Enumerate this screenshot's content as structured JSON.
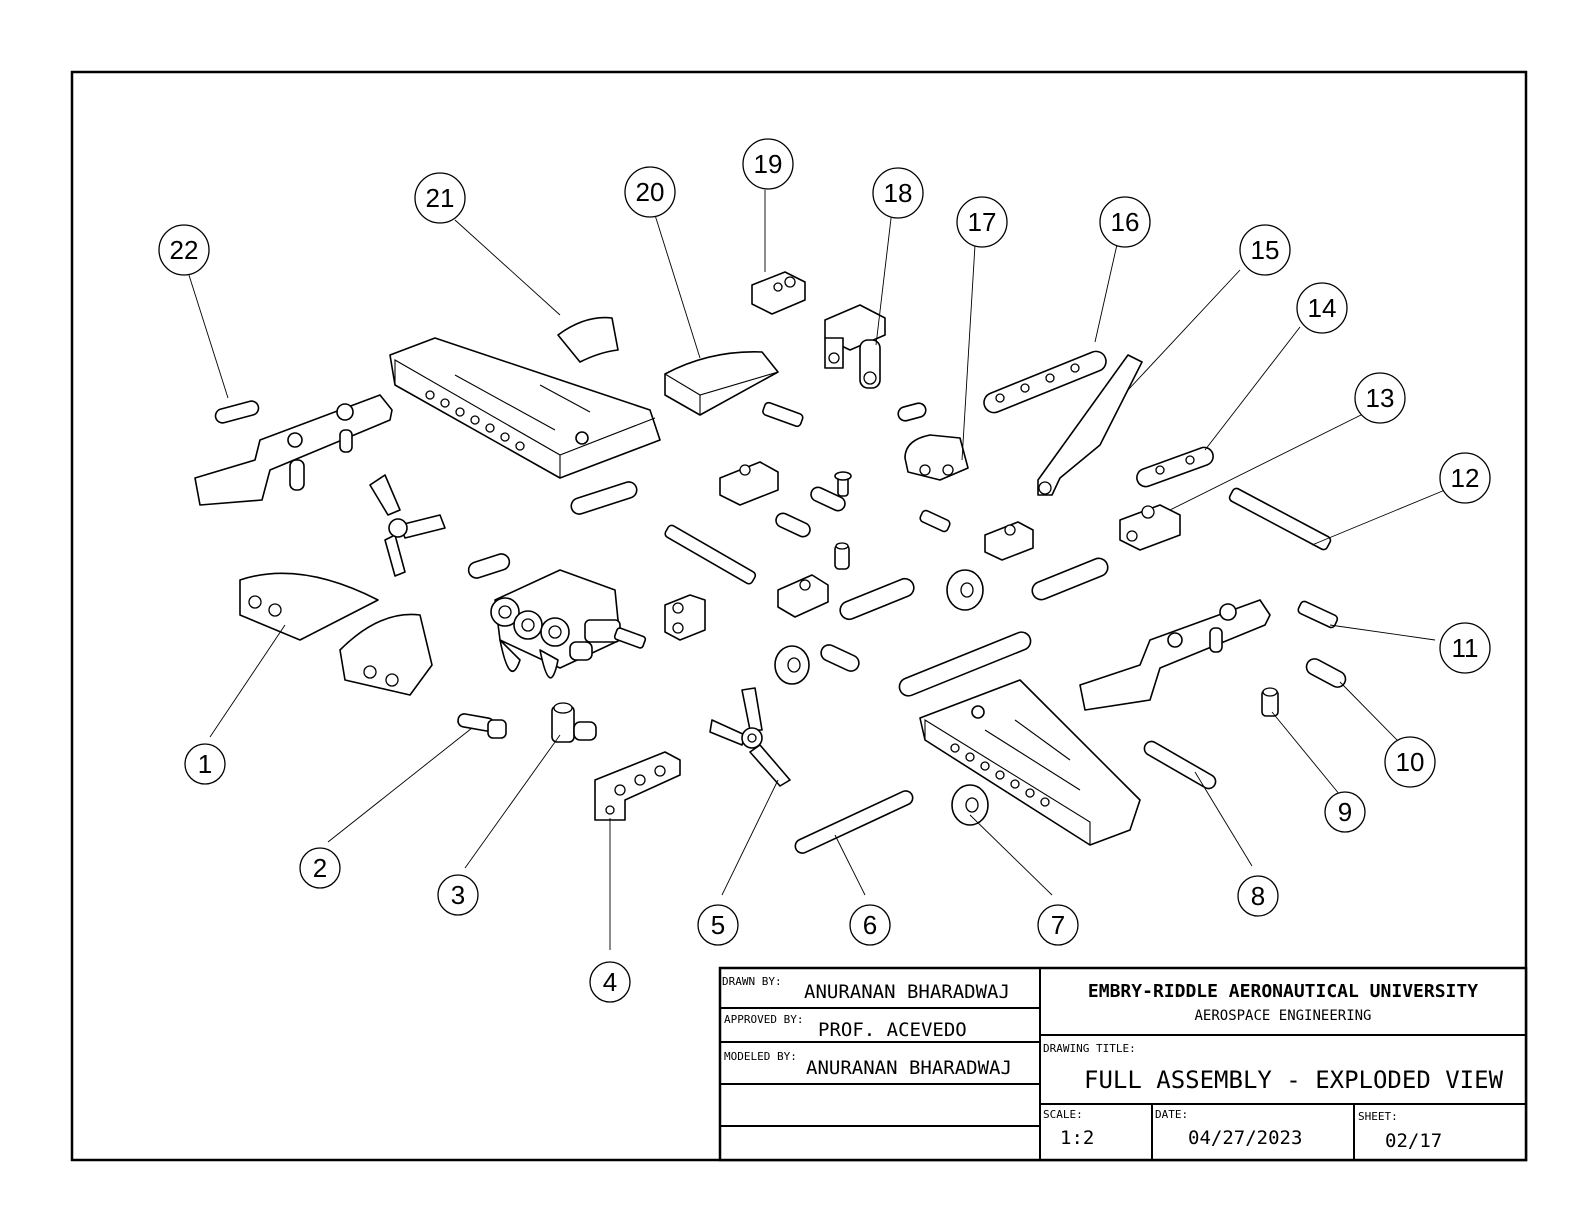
{
  "balloons": [
    "1",
    "2",
    "3",
    "4",
    "5",
    "6",
    "7",
    "8",
    "9",
    "10",
    "11",
    "12",
    "13",
    "14",
    "15",
    "16",
    "17",
    "18",
    "19",
    "20",
    "21",
    "22"
  ],
  "title_block": {
    "drawn_by_label": "DRAWN BY:",
    "drawn_by": "ANURANAN BHARADWAJ",
    "approved_by_label": "APPROVED BY:",
    "approved_by": "PROF. ACEVEDO",
    "modeled_by_label": "MODELED BY:",
    "modeled_by": "ANURANAN BHARADWAJ",
    "organization": "EMBRY-RIDDLE AERONAUTICAL UNIVERSITY",
    "department": "AEROSPACE ENGINEERING",
    "drawing_title_label": "DRAWING TITLE:",
    "drawing_title": "FULL ASSEMBLY - EXPLODED VIEW",
    "scale_label": "SCALE:",
    "scale": "1:2",
    "date_label": "DATE:",
    "date": "04/27/2023",
    "sheet_label": "SHEET:",
    "sheet": "02/17"
  }
}
